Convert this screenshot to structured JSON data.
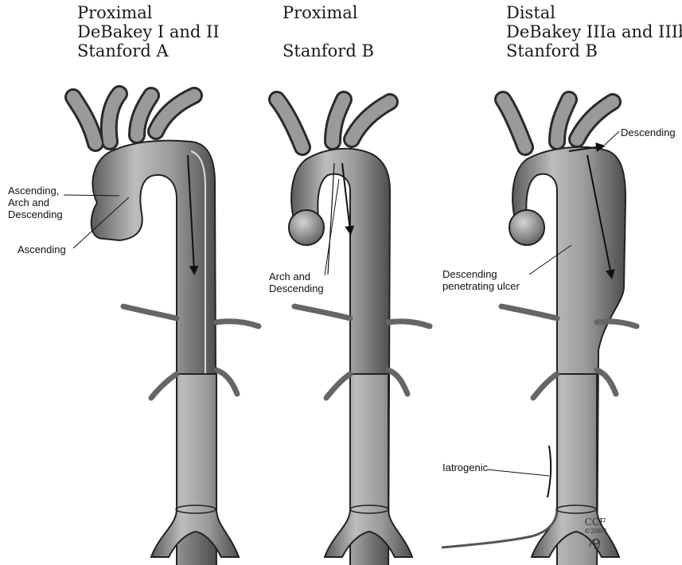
{
  "panels": [
    {
      "heading": [
        "Proximal",
        "DeBakey I and II",
        "Stanford A"
      ]
    },
    {
      "heading": [
        "Proximal",
        "",
        "Stanford B"
      ]
    },
    {
      "heading": [
        "Distal",
        "DeBakey IIIa and IIIb",
        "Stanford B"
      ]
    }
  ],
  "labels": {
    "ascending_arch_descending": [
      "Ascending,",
      "Arch and",
      "Descending"
    ],
    "ascending": "Ascending",
    "arch_and_descending": [
      "Arch and",
      "Descending"
    ],
    "descending": "Descending",
    "penetrating_ulcer": [
      "Descending",
      "penetrating ulcer"
    ],
    "iatrogenic": "Iatrogenic"
  },
  "credit": {
    "org": "CCF",
    "year": "©2007"
  },
  "colors": {
    "vessel_fill": "#8c8c8c",
    "vessel_dark": "#555555",
    "vessel_light": "#bdbdbd",
    "outline": "#222222",
    "flap": "#ffffff",
    "arrow": "#111111"
  }
}
